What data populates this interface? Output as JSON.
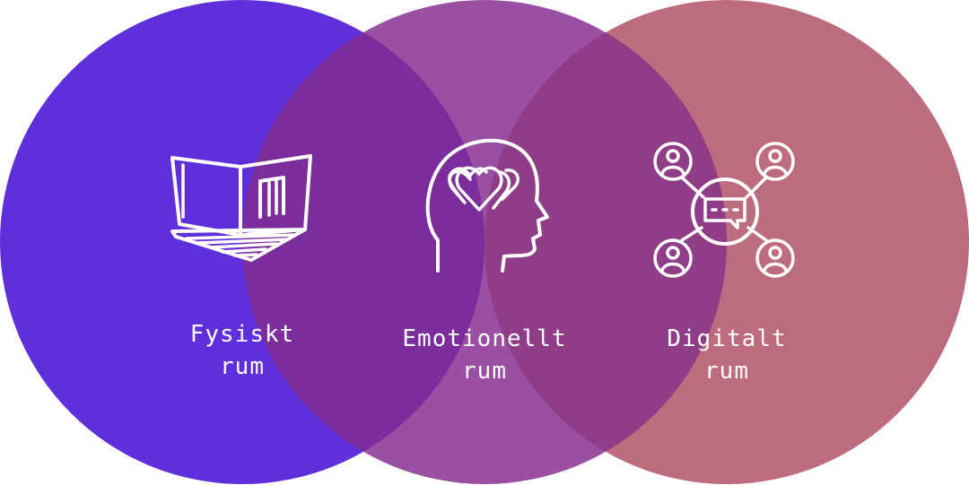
{
  "colors": {
    "circle_left": "#5f2fdc",
    "circle_middle": "#9a4fa3",
    "circle_right": "#bd6b7e",
    "overlap_left_middle": "#7c2d9c",
    "overlap_middle_right": "#8f3d86",
    "label": "#ffffff"
  },
  "items": [
    {
      "icon": "room-icon",
      "label_line1": "Fysiskt",
      "label_line2": "rum"
    },
    {
      "icon": "head-hearts-icon",
      "label_line1": "Emotionellt",
      "label_line2": "rum"
    },
    {
      "icon": "network-people-icon",
      "label_line1": "Digitalt",
      "label_line2": "rum"
    }
  ]
}
